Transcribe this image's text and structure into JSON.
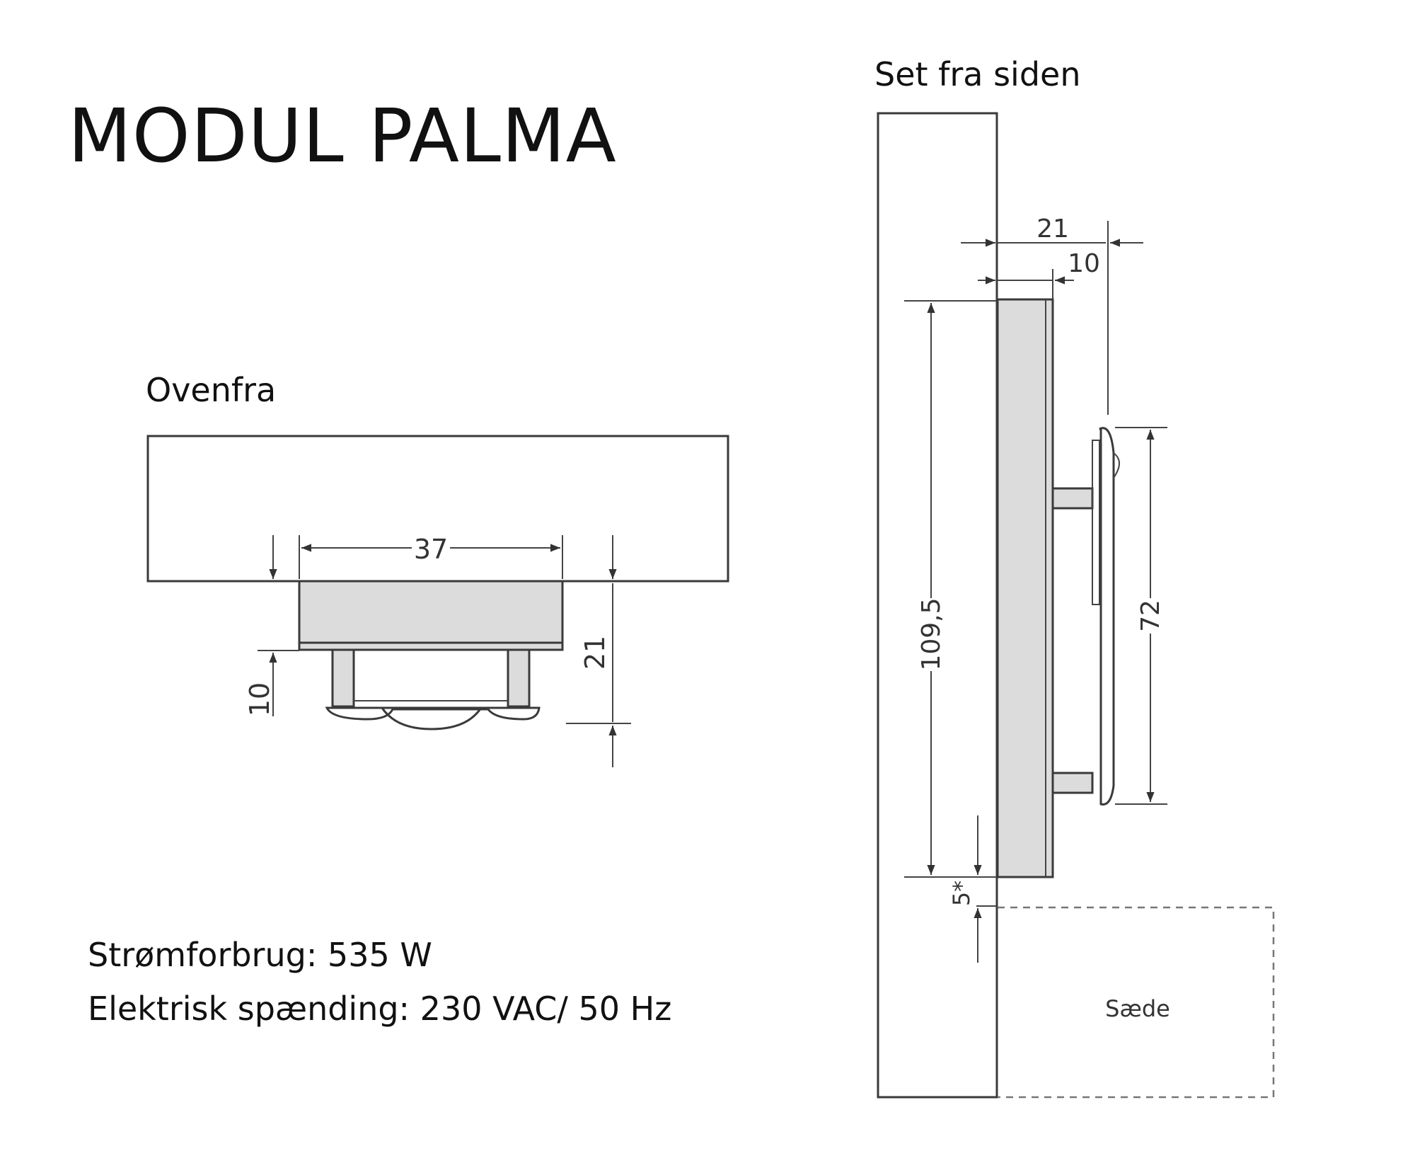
{
  "title": "MODUL PALMA",
  "views": {
    "top_label": "Ovenfra",
    "side_label": "Set fra siden"
  },
  "specs": {
    "power": "Strømforbrug: 535 W",
    "voltage": "Elektrisk spænding: 230 VAC/ 50 Hz"
  },
  "dimensions": {
    "top_width": "37",
    "top_thin": "10",
    "top_depth": "21",
    "side_depth": "21",
    "side_thin": "10",
    "side_height": "109,5",
    "side_grill": "72",
    "side_gap": "5*"
  },
  "seat_label": "Sæde"
}
